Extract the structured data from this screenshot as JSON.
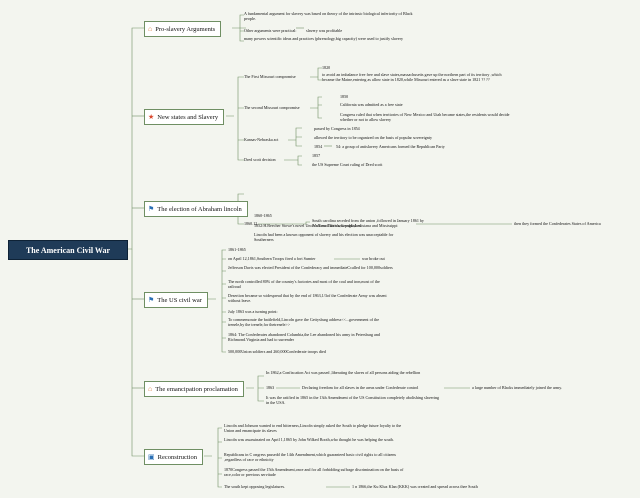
{
  "root": "The American Civil War",
  "topics": {
    "pro_slavery": {
      "label": "Pro-slavery Arguments",
      "n1": "A fundamental argument for slavery was based on theory of the intrinsic biological inferiority of Black people.",
      "n2": "Other arguments were practical:",
      "n2a": "slavery was profitable",
      "n3": "many powers scientific ideas and practices (phrenology,big capacity) were used to justify slavery"
    },
    "states": {
      "label": "New states and Slavery",
      "missouri1": "The First Missouri compromise",
      "m1_year": "1820",
      "m1_text": "to avoid an imbalance free free and slave states,massachusetts gave up the northern part of its territory ,which became the Maine,entering as allow state in 1820,while Missouri entered as a slave state in 1821 ?? ??",
      "missouri2": "The second Missouri compromise",
      "m2_year": "1850",
      "m2_a": "California was admitted as a free state",
      "m2_b": "Congress ruled that when territories of New Mexico and Utah became states,the residents would decide whether or not to allow slavery",
      "kansas": "Kansas-Nebraska act",
      "k_a": "passed by Congress in 1854",
      "k_b": "allowed the territory to be organized on the basis of popular sovereignty",
      "k_year": "1854",
      "k_c": "54: a group of antislavery Americans formed the Republican Party",
      "dred": "Dred scott decision",
      "d_year": "1857",
      "d_text": "the US Supreme Court ruling of Dred scott"
    },
    "election": {
      "label": "The election of Abraham lincoln",
      "e1": "1860-1865",
      "e2": "1852:H.Beecher Stowe's novel Uncle's Tom Cabin was published",
      "e3": "Lincoln had been a known opponent of slavery and his election was unacceptable for Southerners",
      "e4": "1860.12",
      "e4a": "South carolina seceded from the union ,followed in January 1861 by Alabama.Florida,Georgia,Louisiana and Mississippi",
      "e4b": "then they formed the Confederates States of America"
    },
    "civil_war": {
      "label": "The US civil war",
      "w1": "1861-1865",
      "w2": "on April 12,1861,Southern Troops fired a fort Sumter",
      "w2a": "war broke out",
      "w3": "Jefferson Davis was elected President of the Confederacy and immediateCcalled for 100,000soldiers",
      "w4": "The north controlled 80% of the country's factories and most of the coal and iron,most of the railroad",
      "w5": "Desertion became so widespread that by the end of 1863,1/3of the Confederate Army was absent without leave.",
      "w6": "July 1863 was a turning point:",
      "w7": "To commemorate the battlefield,Lincoln gave the Gettysburg address<<...government of the trenele,by the trenele,for thetrenele>>",
      "w8": "1864: The Confederates abandoned Columbia,the Lee abandoned his army in Petersburg and Richmond.Virginia and had to surrender",
      "w9": "500,000Union soldiers and 260,000Confederate troops died"
    },
    "emancipation": {
      "label": "The emancipation proclamation",
      "p1": "In 1862,a Confiscation Act was passed ,liberating the slaves of all persons aiding the rebellion",
      "p2": "1863",
      "p2a": "Declaring freedom for all slaves in the areas under Confederate control",
      "p2b": "a large number of Blacks immediately joined the army.",
      "p3": "It was the ratified in 1865 in the 13th Amendment of the US Constitution completely abolishing slavering in the USA."
    },
    "reconstruction": {
      "label": "Reconstruction",
      "r1": "Lincoln and Johnson wanted to end bitterness,Lincoln simply asked the South to pledge future loyalty to the Union and emancipate its slaves",
      "r2": "Lincoln was assassinated on April 1,1865 by John Wilked Booth,who thought he was helping the south.",
      "r3": "Republicans in C ongress passedd the 14th Amendment,which guaranteed basic civil rights to all citizens ,regardless of race or ethnicity",
      "r4": "1870Congress passed the 15th Amendment,once and for all forbidding suffrage discrimination on the basis of race,color or previous servitude",
      "r5": "The south kept opposing legislatures.",
      "r5a": "1 n 1866,the Ku Klux Klan (KKK) was created and spread across thee South"
    }
  },
  "colors": {
    "line": "#6f8f63",
    "root_bg": "#1f3b58"
  },
  "icons": {
    "pro_slavery": "home-icon",
    "states": "star-icon",
    "election": "flag-icon",
    "civil_war": "flag-icon",
    "emancipation": "home-icon",
    "reconstruction": "book-icon"
  }
}
